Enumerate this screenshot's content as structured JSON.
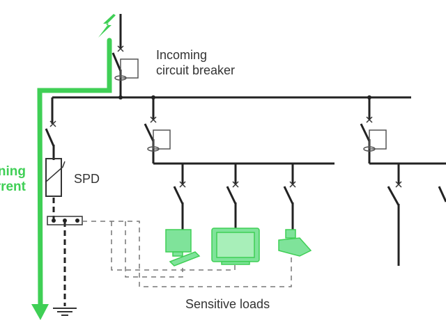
{
  "labels": {
    "incoming_breaker_line1": "Incoming",
    "incoming_breaker_line2": "circuit breaker",
    "spd": "SPD",
    "lightning_line1": "Lightning",
    "lightning_line2": "current",
    "sensitive_loads": "Sensitive loads"
  },
  "colors": {
    "lightning": "#3fcf55",
    "device_fill": "#7fe39a",
    "wire": "#222222",
    "earth_wire": "#666666"
  },
  "devices": [
    "computer",
    "monitor",
    "printer"
  ]
}
